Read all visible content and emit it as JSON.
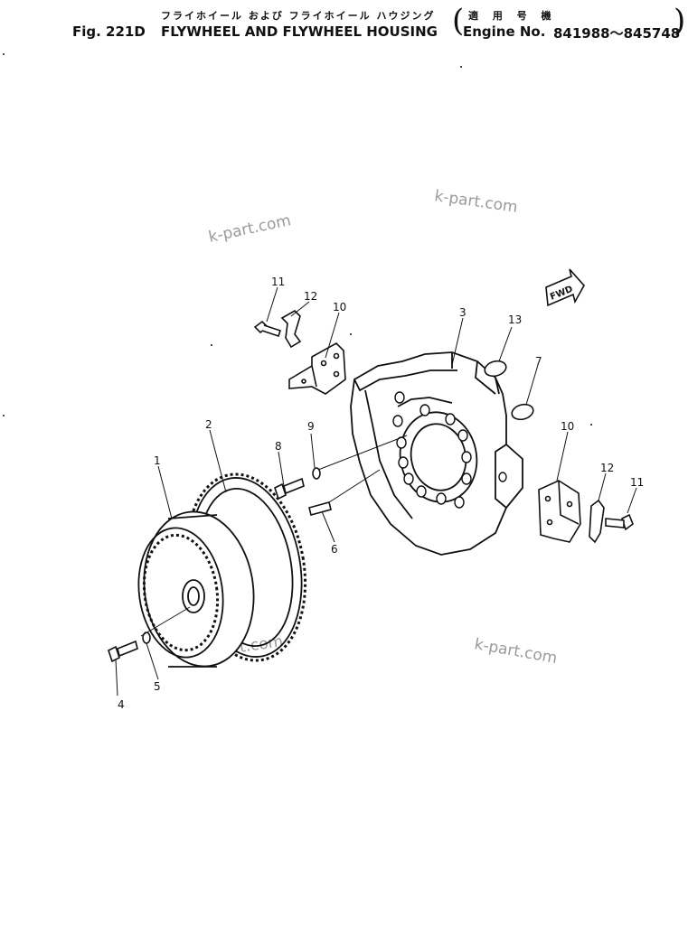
{
  "header": {
    "subtitle_jp": "フライホイール および フライホイール ハウジング",
    "fig_label": "Fig. 221D",
    "title": "FLYWHEEL AND FLYWHEEL HOUSING",
    "applicability_jp": "適 用 号 機",
    "engine_label": "Engine No.",
    "engine_range": "841988～845748"
  },
  "callouts": {
    "c1": "1",
    "c2": "2",
    "c3": "3",
    "c4": "4",
    "c5": "5",
    "c6": "6",
    "c7": "7",
    "c8": "8",
    "c9": "9",
    "c10a": "10",
    "c10b": "10",
    "c11a": "11",
    "c11b": "11",
    "c12a": "12",
    "c12b": "12",
    "c13": "13"
  },
  "fwd_label": "FWD",
  "watermarks": [
    "k-part.com",
    "k-part.com",
    "k-part.com",
    "k-part.com"
  ],
  "colors": {
    "ink": "#111111",
    "watermark": "#9a9a9a",
    "paper": "#ffffff"
  }
}
